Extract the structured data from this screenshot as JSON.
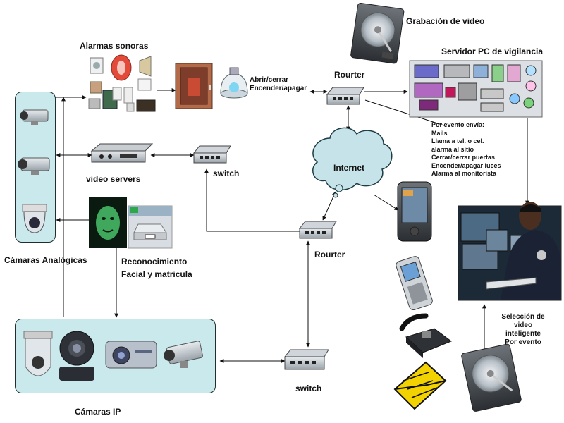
{
  "nodes": {
    "grabacion": "Grabación  de video",
    "servidor": "Servidor PC de vigilancia",
    "alarmas": "Alarmas sonoras",
    "abrir": [
      "Abrir/cerrar",
      "Encender/apagar"
    ],
    "router_top": "Rourter",
    "router_mid": "Rourter",
    "switch_top": "switch",
    "switch_bottom": "switch",
    "internet": "Internet",
    "video_servers": "video servers",
    "camaras_analogicas": "Cámaras Analógicas",
    "reconocimiento": [
      "Reconocimiento",
      "Facial y matricula"
    ],
    "camaras_ip": "Cámaras IP",
    "seleccion": [
      "Selección de",
      "video",
      "inteligente",
      "Por evento"
    ],
    "evento_list": [
      "Por evento envía:",
      "Mails",
      "Llama a tel. o cel.",
      "alarma al sitio",
      "Cerrar/cerrar puertas",
      "Encender/apagar luces",
      "Alarma al monitorista"
    ]
  },
  "colors": {
    "panel_fill": "#c9e9ec",
    "panel_border": "#1f2f2f",
    "cloud_fill": "#c6e3e9",
    "arrow": "#111111",
    "folder_fill": "#f2d200"
  },
  "icons": [
    "hard-disk-icon",
    "server-ports-icon",
    "router-icon",
    "switch-icon",
    "cloud-icon",
    "pda-icon",
    "mobile-phone-icon",
    "desk-phone-icon",
    "envelope-icon",
    "camera-icon",
    "monitor-operator-icon",
    "siren-icon",
    "face-scan-icon",
    "car-plate-icon"
  ]
}
